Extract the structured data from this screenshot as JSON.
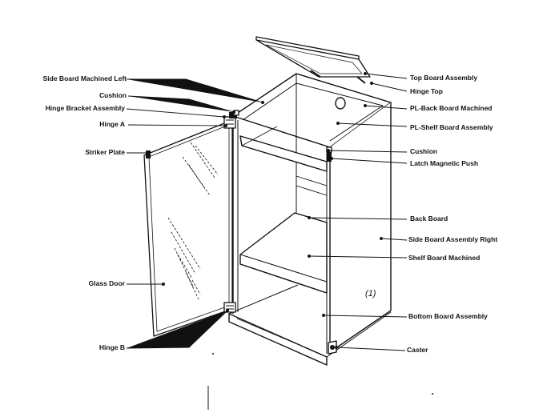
{
  "labels": {
    "side_board_left": "Side Board Machined Left",
    "cushion_left": "Cushion",
    "hinge_bracket": "Hinge Bracket Assembly",
    "hinge_a": "Hinge A",
    "striker_plate": "Striker Plate",
    "glass_door": "Glass Door",
    "hinge_b": "Hinge B",
    "top_board": "Top Board Assembly",
    "hinge_top": "Hinge Top",
    "back_board_machined": "PL-Back Board Machined",
    "shelf_board_assembly": "PL-Shelf Board Assembly",
    "cushion_right": "Cushion",
    "latch": "Latch Magnetic Push",
    "back_board": "Back Board",
    "side_board_right": "Side Board Assembly Right",
    "shelf_board_machined": "Shelf Board Machined",
    "bottom_board": "Bottom Board Assembly",
    "caster": "Caster",
    "part_mark": "(1)"
  },
  "colors": {
    "ink": "#111111",
    "paper": "#ffffff",
    "shade": "#cfcfcf"
  }
}
